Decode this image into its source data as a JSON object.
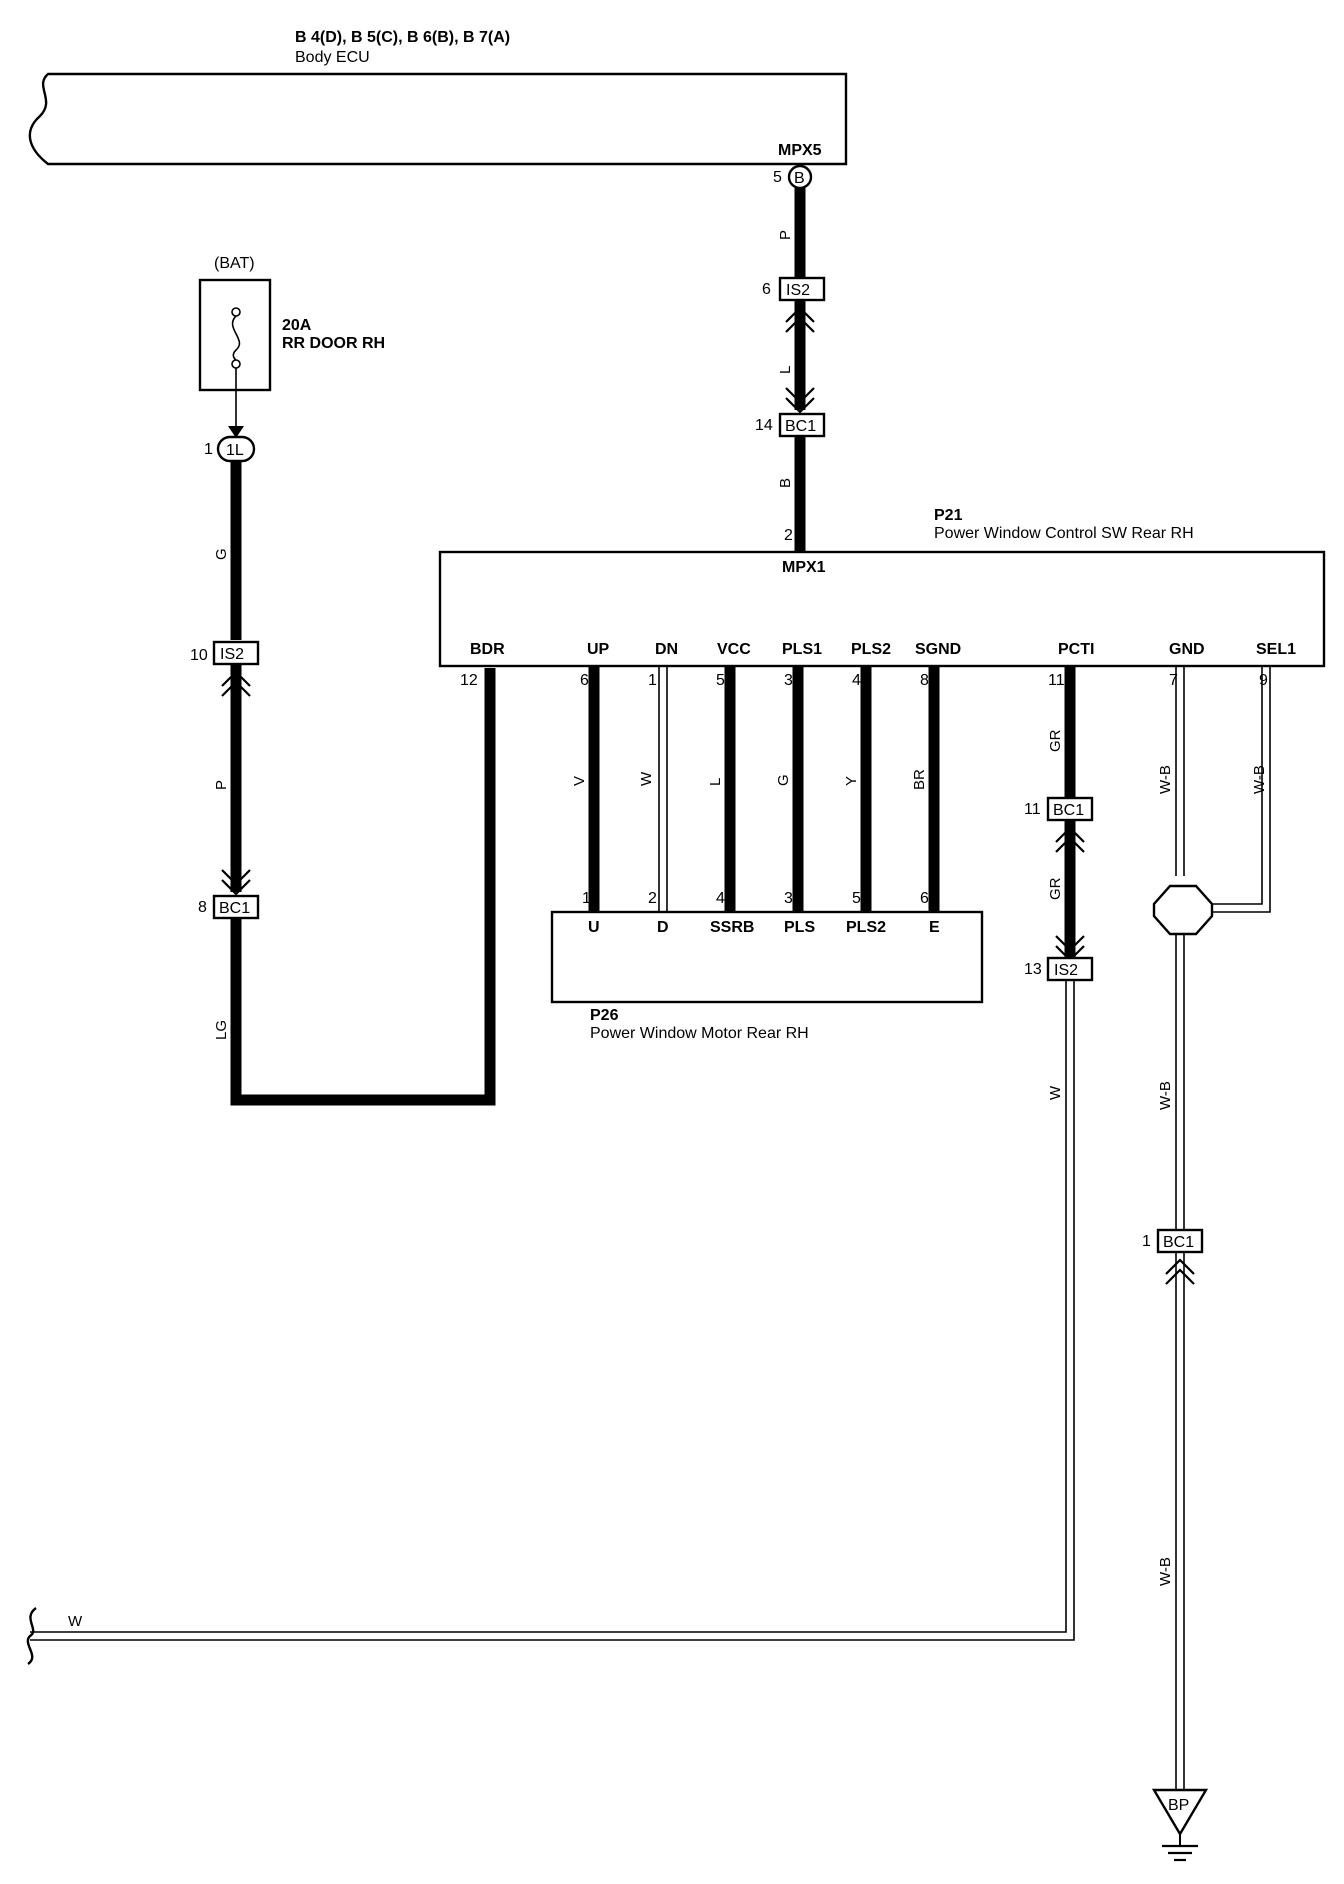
{
  "ecu": {
    "connectors": "B 4(D), B 5(C), B 6(B), B 7(A)",
    "name": "Body ECU",
    "terminal_name": "MPX5",
    "pin": "5",
    "pin_letter": "B"
  },
  "fuse": {
    "source": "(BAT)",
    "rating": "20A",
    "name": "RR DOOR RH"
  },
  "junction_1l": {
    "pin": "1",
    "label": "1L"
  },
  "switch": {
    "id": "P21",
    "name": "Power Window Control SW Rear RH",
    "mpx_pin": "2",
    "mpx_label": "MPX1",
    "terminals": [
      {
        "label": "BDR",
        "pin": "12",
        "wire": "LG"
      },
      {
        "label": "UP",
        "pin": "6",
        "wire": "V"
      },
      {
        "label": "DN",
        "pin": "1",
        "wire": "W"
      },
      {
        "label": "VCC",
        "pin": "5",
        "wire": "L"
      },
      {
        "label": "PLS1",
        "pin": "3",
        "wire": "G"
      },
      {
        "label": "PLS2",
        "pin": "4",
        "wire": "Y"
      },
      {
        "label": "SGND",
        "pin": "8",
        "wire": "BR"
      },
      {
        "label": "PCTI",
        "pin": "11",
        "wire": "GR"
      },
      {
        "label": "GND",
        "pin": "7",
        "wire": "W-B"
      },
      {
        "label": "SEL1",
        "pin": "9",
        "wire": "W-B"
      }
    ]
  },
  "motor": {
    "id": "P26",
    "name": "Power Window Motor Rear RH",
    "terminals": [
      {
        "label": "U",
        "pin": "1"
      },
      {
        "label": "D",
        "pin": "2"
      },
      {
        "label": "SSRB",
        "pin": "4"
      },
      {
        "label": "PLS",
        "pin": "3"
      },
      {
        "label": "PLS2",
        "pin": "5"
      },
      {
        "label": "E",
        "pin": "6"
      }
    ]
  },
  "connectors": {
    "mpx_is2": {
      "pin": "6",
      "label": "IS2"
    },
    "mpx_bc1": {
      "pin": "14",
      "label": "BC1"
    },
    "left_is2": {
      "pin": "10",
      "label": "IS2"
    },
    "left_bc1": {
      "pin": "8",
      "label": "BC1"
    },
    "pcti_bc1": {
      "pin": "11",
      "label": "BC1"
    },
    "pcti_is2": {
      "pin": "13",
      "label": "IS2"
    },
    "gnd_bc1": {
      "pin": "1",
      "label": "BC1"
    }
  },
  "wires": {
    "mpx_p": "P",
    "mpx_l": "L",
    "mpx_b": "B",
    "left_g": "G",
    "left_p": "P",
    "left_lg": "LG",
    "pcti_gr_upper": "GR",
    "pcti_gr_lower": "GR",
    "pcti_w": "W",
    "gnd_wb_upper": "W-B",
    "gnd_wb_middle": "W-B",
    "gnd_wb_lower": "W-B",
    "bottom_w": "W"
  },
  "ground": {
    "label": "BP"
  }
}
